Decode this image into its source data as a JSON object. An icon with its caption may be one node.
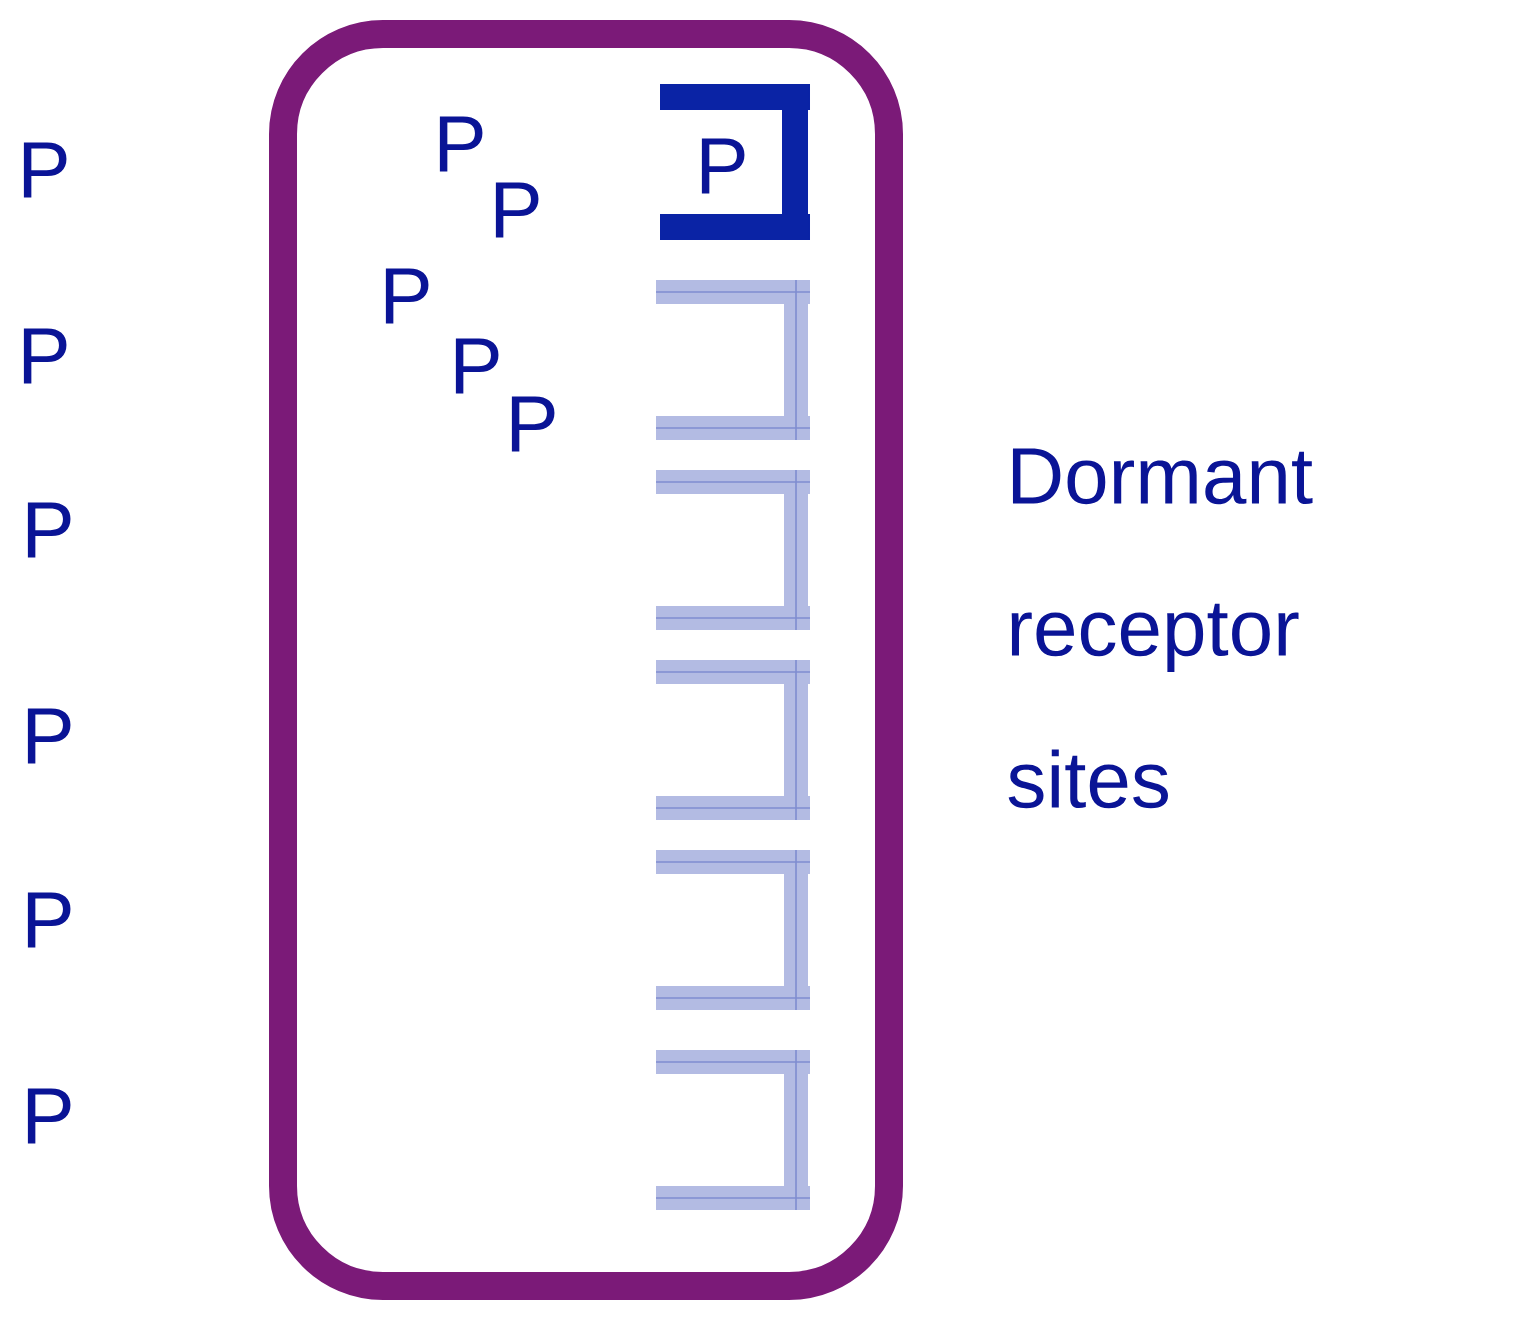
{
  "diagram": {
    "nodes": [
      {
        "text": [],
        "shape": "box"
      },
      {
        "text": [
          "P"
        ],
        "in": 0
      },
      {
        "text": [],
        "shape": "bracket",
        "in": 0
      },
      {
        "text": [],
        "shape": "bracket",
        "in": 0
      },
      {
        "text": [],
        "shape": "bracket",
        "in": 0
      },
      {
        "text": [],
        "shape": "bracket",
        "in": 0
      },
      {
        "text": [],
        "shape": "bracket",
        "in": 0
      }
    ],
    "edges": [],
    "labels": [
      "P",
      "P",
      "P",
      "P",
      "P",
      "P",
      "P",
      "P",
      "P",
      "P",
      "P",
      "Dormant receptor sites"
    ]
  }
}
